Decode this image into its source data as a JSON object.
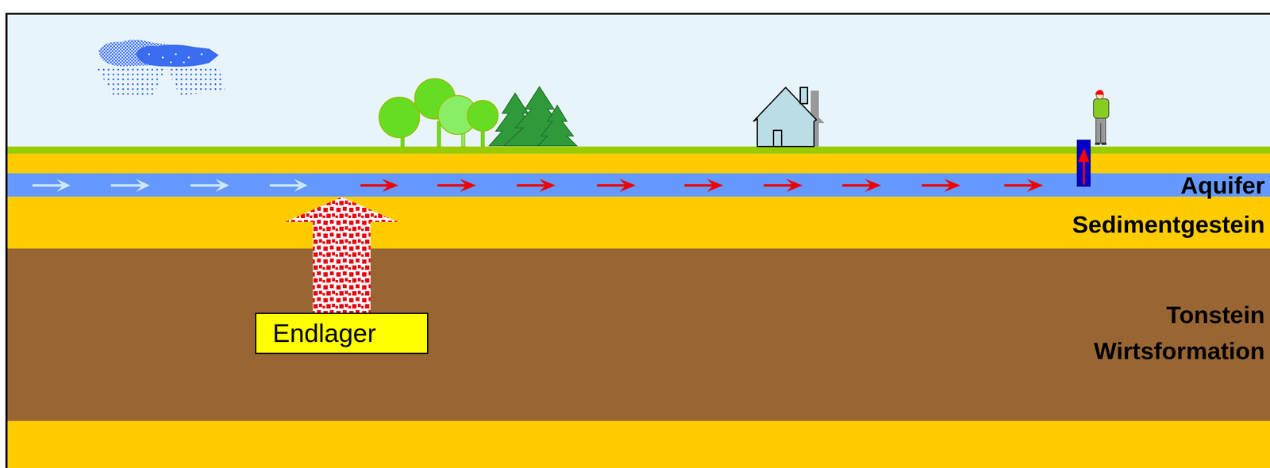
{
  "diagram": {
    "nodes": [
      {
        "text": [
          "Aquifer"
        ]
      },
      {
        "text": [
          "Sedimentgestein"
        ]
      },
      {
        "text": [
          "Tonstein Wirtsformation"
        ]
      },
      {
        "text": [
          "Endlager"
        ],
        "in": 2
      }
    ],
    "edges": [
      {
        "from": 3,
        "to": 0,
        "arrow": "to"
      }
    ]
  }
}
